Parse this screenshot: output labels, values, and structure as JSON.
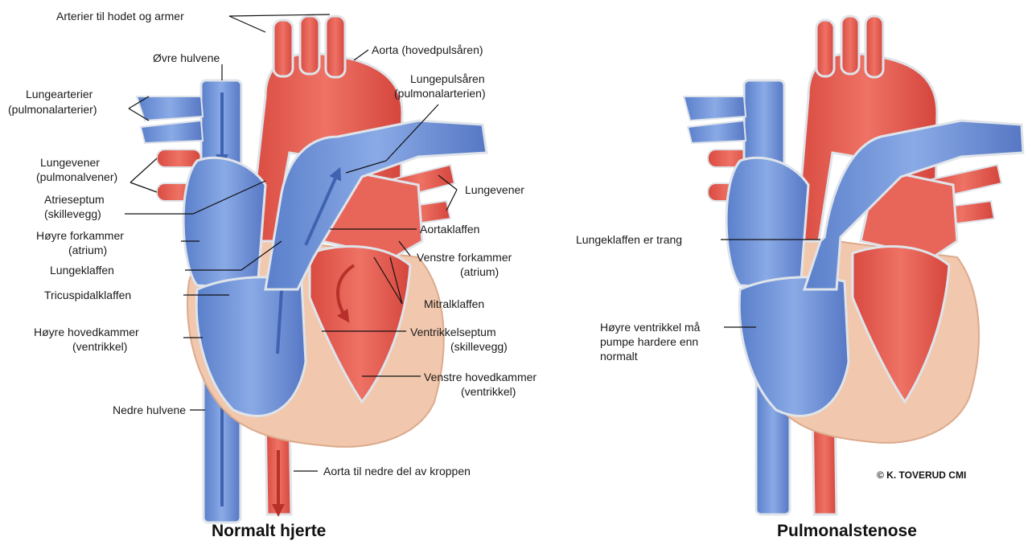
{
  "normal": {
    "caption": "Normalt hjerte",
    "labels": {
      "arterier_hode": "Arterier til hodet og armer",
      "aorta": "Aorta (hovedpulsåren)",
      "ovre_hulvene": "Øvre hulvene",
      "lungearterier_1": "Lungearterier",
      "lungearterier_2": "(pulmonalarterier)",
      "lungepulsaren_1": "Lungepulsåren",
      "lungepulsaren_2": "(pulmonalarterien)",
      "lungevener_l1": "Lungevener",
      "lungevener_l2": "(pulmonalvener)",
      "lungevener_r": "Lungevener",
      "atrieseptum_1": "Atrieseptum",
      "atrieseptum_2": "(skillevegg)",
      "hoyre_forkammer_1": "Høyre forkammer",
      "hoyre_forkammer_2": "(atrium)",
      "aortaklaffen": "Aortaklaffen",
      "venstre_forkammer_1": "Venstre forkammer",
      "venstre_forkammer_2": "(atrium)",
      "lungeklaffen": "Lungeklaffen",
      "tricuspidalklaffen": "Tricuspidalklaffen",
      "mitralklaffen": "Mitralklaffen",
      "hoyre_hovedkammer_1": "Høyre hovedkammer",
      "hoyre_hovedkammer_2": "(ventrikkel)",
      "ventrikkelseptum_1": "Ventrikkelseptum",
      "ventrikkelseptum_2": "(skillevegg)",
      "venstre_hovedkammer_1": "Venstre hovedkammer",
      "venstre_hovedkammer_2": "(ventrikkel)",
      "nedre_hulvene": "Nedre hulvene",
      "aorta_nedre": "Aorta til nedre del av kroppen"
    }
  },
  "stenose": {
    "caption": "Pulmonalstenose",
    "labels": {
      "lungeklaffen_trang": "Lungeklaffen er trang",
      "hoyre_ventrikkel_1": "Høyre ventrikkel må",
      "hoyre_ventrikkel_2": "pumpe hardere enn",
      "hoyre_ventrikkel_3": "normalt"
    }
  },
  "copyright": "© K. TOVERUD CMI",
  "colors": {
    "oxygen_rich": "#e8655a",
    "oxygen_poor": "#6f93d6",
    "muscle": "#f1c8ad",
    "wall": "#dfe4ea"
  }
}
